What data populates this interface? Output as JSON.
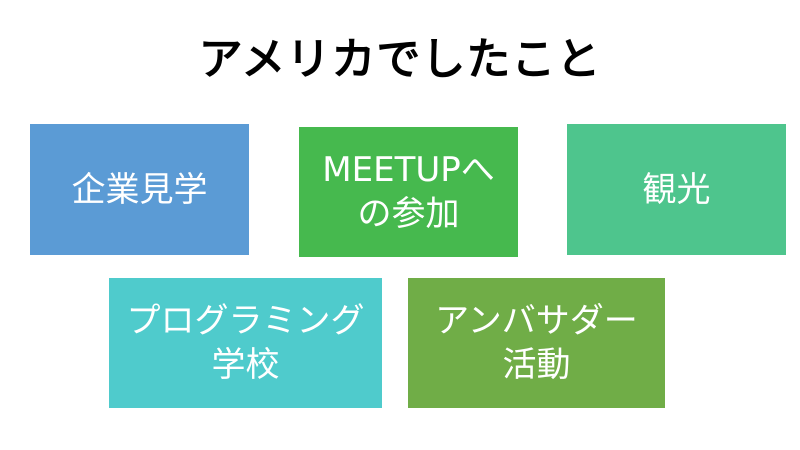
{
  "slide": {
    "title": "アメリカでしたこと"
  },
  "boxes": [
    {
      "lines": [
        "企業見学"
      ],
      "color": "#5B9BD5"
    },
    {
      "lines": [
        "MEETUPへ",
        "の参加"
      ],
      "color": "#46B94E"
    },
    {
      "lines": [
        "観光"
      ],
      "color": "#4EC58D"
    },
    {
      "lines": [
        "プログラミング",
        "学校"
      ],
      "color": "#4FCBCC"
    },
    {
      "lines": [
        "アンバサダー",
        "活動"
      ],
      "color": "#70AD47"
    }
  ]
}
